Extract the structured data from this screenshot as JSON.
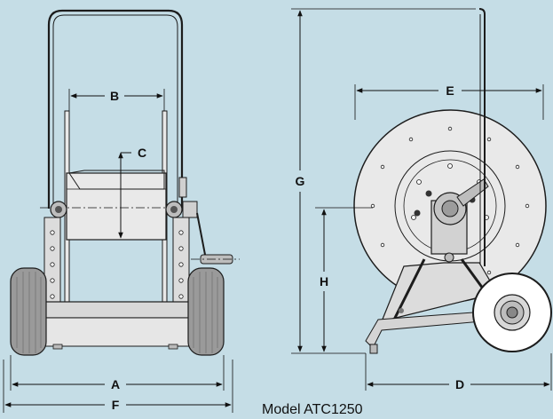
{
  "caption": "Model ATC1250",
  "dimensions": {
    "a": "A",
    "b": "B",
    "c": "C",
    "d": "D",
    "e": "E",
    "f": "F",
    "g": "G",
    "h": "H"
  },
  "colors": {
    "background": "#c5dde6",
    "line": "#1c1c1c",
    "metal": "#dcdcdc",
    "tire": "#9a9a9a"
  }
}
